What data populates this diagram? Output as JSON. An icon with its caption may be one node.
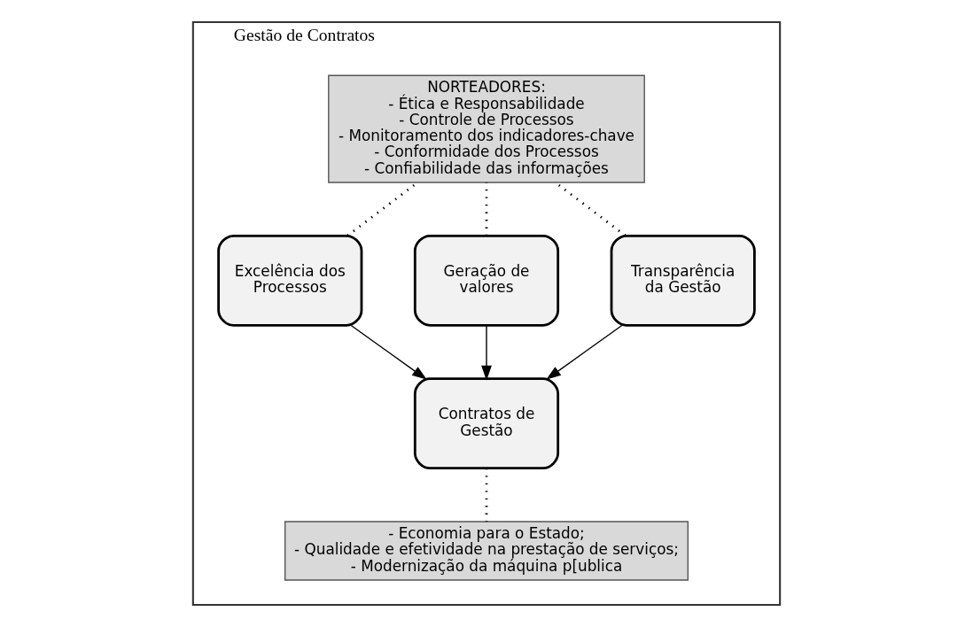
{
  "diagram": {
    "nodes": [
      {
        "text": [
          "Gestão de Contratos"
        ]
      },
      {
        "text": [
          "NORTEADORES:",
          "- Ética e Responsabilidade",
          "- Controle de Processos",
          "- Monitoramento dos indicadores-chave",
          "- Conformidade dos Processos",
          "- Confiabilidade das informações"
        ],
        "in": 0
      },
      {
        "text": [
          "Excelência dos Processos"
        ],
        "in": 0
      },
      {
        "text": [
          "Geração de valores"
        ],
        "in": 0
      },
      {
        "text": [
          "Transparência da Gestão"
        ],
        "in": 0
      },
      {
        "text": [
          "Contratos de Gestão"
        ],
        "in": 0
      },
      {
        "text": [
          "- Economia para o Estado;",
          "- Qualidade e efetividade na prestação de serviços;",
          "- Modernização da máquina p[ublica"
        ],
        "in": 0
      }
    ],
    "edges": [
      {
        "from": 2,
        "to": 1,
        "arrow": "none",
        "style": "dashed"
      },
      {
        "from": 3,
        "to": 1,
        "arrow": "none",
        "style": "dashed"
      },
      {
        "from": 4,
        "to": 1,
        "arrow": "none",
        "style": "dashed"
      },
      {
        "from": 2,
        "to": 5,
        "arrow": "to"
      },
      {
        "from": 3,
        "to": 5,
        "arrow": "to"
      },
      {
        "from": 4,
        "to": 5,
        "arrow": "to"
      },
      {
        "from": 5,
        "to": 6,
        "arrow": "none",
        "style": "dashed"
      }
    ]
  }
}
